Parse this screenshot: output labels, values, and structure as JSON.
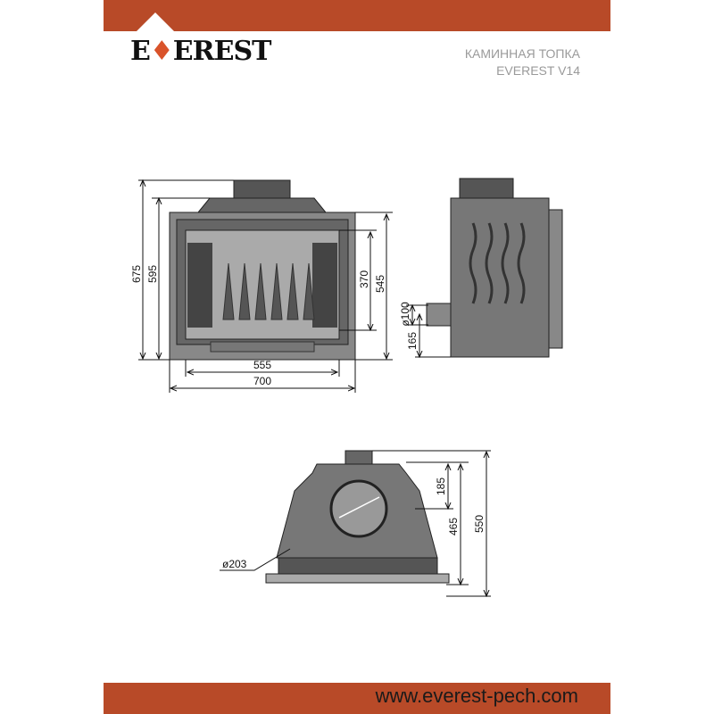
{
  "brand": {
    "logo_text_pre": "E",
    "logo_text_post": "EREST",
    "color": "#b84a28"
  },
  "header": {
    "title_line1": "КАМИННАЯ ТОПКА",
    "title_line2": "EVEREST V14"
  },
  "front_view": {
    "dims": {
      "total_height": "675",
      "body_height": "595",
      "door_height": "545",
      "glass_height": "370",
      "glass_width": "555",
      "total_width": "700"
    }
  },
  "side_view": {
    "dims": {
      "inlet_diameter": "ø100",
      "inlet_height": "165"
    }
  },
  "rear_view": {
    "dims": {
      "outlet_diameter": "ø203",
      "top_offset": "185",
      "body_height": "465",
      "total_height": "550"
    }
  },
  "footer": {
    "url": "www.everest-pech.com"
  }
}
